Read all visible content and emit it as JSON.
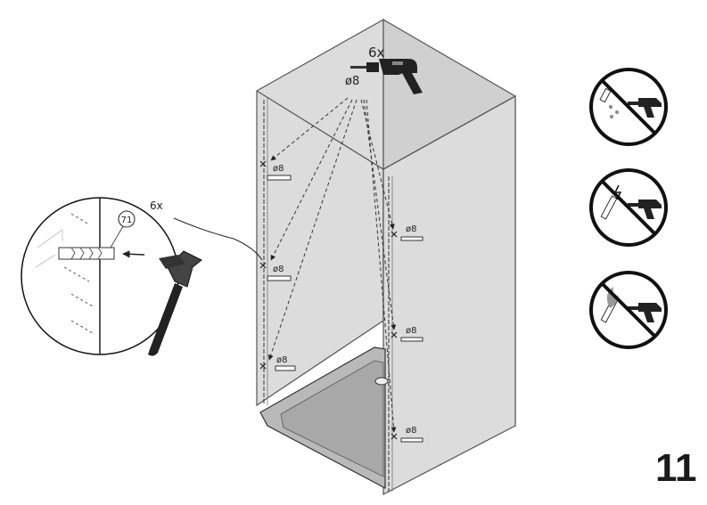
{
  "diagram": {
    "drill_quantity": "6x",
    "drill_diameter": "ø8",
    "hole_labels": [
      "ø8",
      "ø8",
      "ø8",
      "ø8",
      "ø8",
      "ø8"
    ],
    "detail": {
      "quantity": "6x",
      "part_number": "71"
    },
    "warnings": [
      {
        "icon": "no-drilling-water-pipe-icon"
      },
      {
        "icon": "no-drilling-electric-cable-icon"
      },
      {
        "icon": "no-drilling-gas-pipe-icon"
      }
    ],
    "step_number": "11"
  },
  "colors": {
    "wall_fill": "#dcdcdc",
    "wall_stroke": "#555555",
    "tray_fill": "#b9b9b9",
    "outline": "#1a1a1a"
  }
}
